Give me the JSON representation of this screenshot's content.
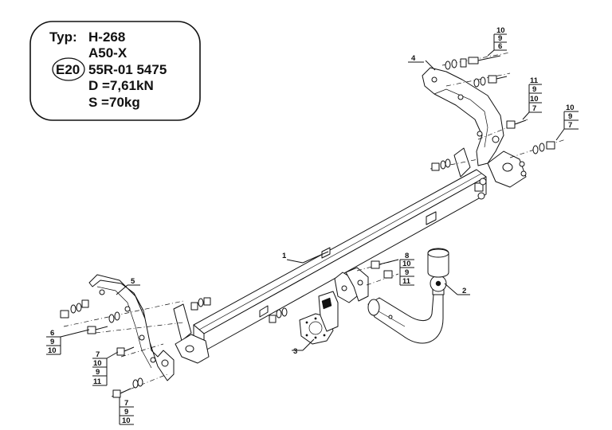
{
  "spec": {
    "type_label": "Typ:",
    "type_value": "H-268",
    "model": "A50-X",
    "cert_badge": "E20",
    "approval": "55R-01 5475",
    "d_value": "D =7,61kN",
    "s_value": "S =70kg"
  },
  "parts": {
    "p1": "1",
    "p2": "2",
    "p3": "3",
    "p4": "4",
    "p5": "5"
  },
  "fastener_groups": {
    "right_top": [
      "10",
      "9",
      "6"
    ],
    "right_mid": [
      "11",
      "9",
      "10",
      "7"
    ],
    "right_far": [
      "10",
      "9",
      "7"
    ],
    "center": [
      "8",
      "10",
      "9",
      "11"
    ],
    "left_top": [
      "6",
      "9",
      "10"
    ],
    "left_mid": [
      "7",
      "10",
      "9",
      "11"
    ],
    "left_bottom": [
      "7",
      "9",
      "10"
    ]
  }
}
